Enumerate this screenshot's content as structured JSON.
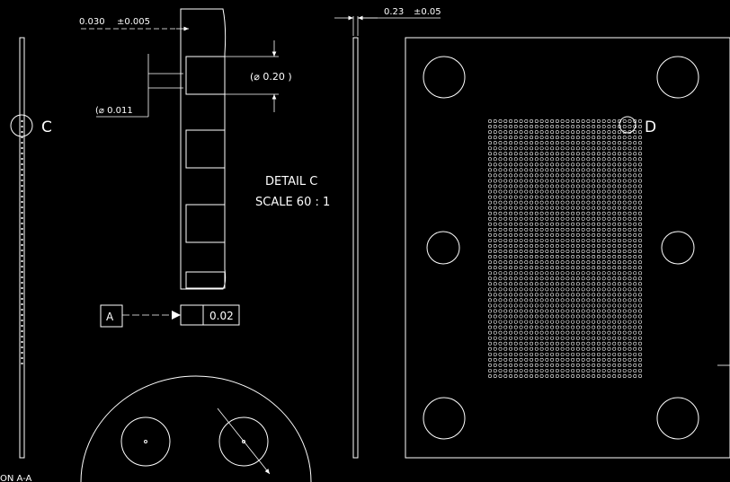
{
  "drawing": {
    "background": "#000000",
    "line_color": "#ffffff",
    "labels": {
      "callout_c": "C",
      "callout_d": "D",
      "datum_a": "A",
      "section_title": "ON A-A",
      "detail_title": "DETAIL C",
      "detail_scale": "SCALE 60 : 1"
    },
    "dimensions": {
      "thickness": "0.030",
      "thickness_tol": "±0.005",
      "bore_dia": "(⌀ 0.20 )",
      "pin_dia": "(⌀ 0.011",
      "plate_thickness": "0.23",
      "plate_thickness_tol": "±0.05",
      "flatness": "0.02"
    },
    "hole_grid": {
      "columns": 30,
      "rows": 48
    }
  }
}
